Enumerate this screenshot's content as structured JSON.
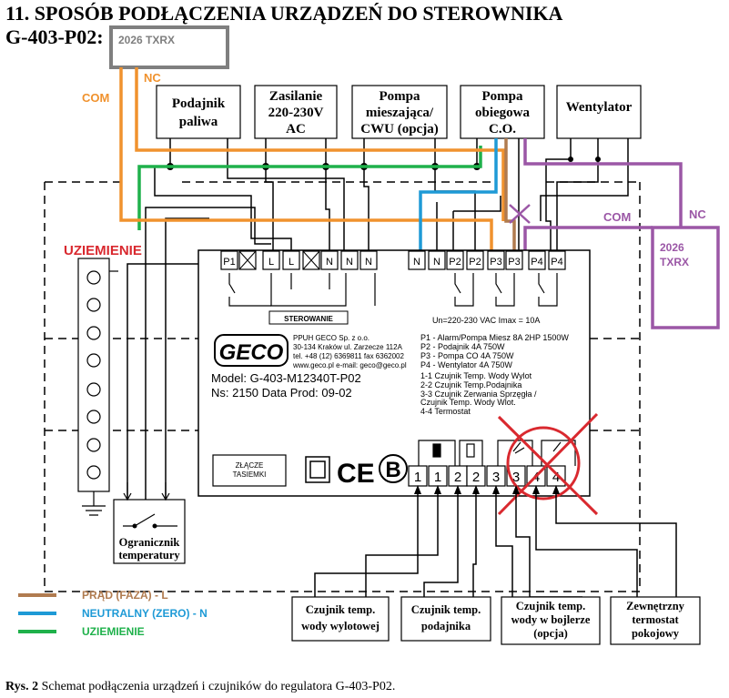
{
  "title": {
    "line1": "11.  SPOSÓB PODŁĄCZENIA URZĄDZEŃ DO STEROWNIKA",
    "line2": "G-403-P02:"
  },
  "receiver_top": {
    "label": "2026 TXRX"
  },
  "receiver_right": {
    "line1": "2026",
    "line2": "TXRX"
  },
  "wire_labels": {
    "com_left": "COM",
    "nc_left": "NC",
    "com_right": "COM",
    "nc_right": "NC"
  },
  "devices": [
    {
      "line1": "Podajnik",
      "line2": "paliwa",
      "line3": ""
    },
    {
      "line1": "Zasilanie",
      "line2": "220-230V",
      "line3": "AC"
    },
    {
      "line1": "Pompa",
      "line2": "mieszająca/",
      "line3": "CWU (opcja)"
    },
    {
      "line1": "Pompa",
      "line2": "obiegowa",
      "line3": "C.O."
    },
    {
      "line1": "Wentylator",
      "line2": "",
      "line3": ""
    }
  ],
  "ground": {
    "label": "UZIEMIENIE"
  },
  "top_terminals": [
    "P1",
    "L",
    "L",
    "N",
    "N",
    "N",
    "N",
    "N",
    "P2",
    "P2",
    "P3",
    "P3",
    "P4",
    "P4"
  ],
  "controller": {
    "sterowanie": "STEROWANIE",
    "rating": "Un=220-230 VAC  Imax = 10A",
    "logo": "GECO",
    "company_lines": [
      "PPUH GECO Sp. z o.o.",
      "30-134 Kraków ul. Zarzecze 112A",
      "tel. +48 (12) 6369811 fax 6362002",
      "www.geco.pl e-mail: geco@geco.pl"
    ],
    "model": "Model:  G-403-M12340T-P02",
    "serial": "Ns: 2150    Data Prod:  09-02",
    "outputs": [
      "P1 - Alarm/Pompa Miesz    8A 2HP 1500W",
      "P2 - Podajnik           4A        750W",
      "P3 - Pompa CO           4A        750W",
      "P4 - Wentylator         4A        750W"
    ],
    "sensors_info": [
      "1-1   Czujnik Temp. Wody Wylot",
      "2-2   Czujnik Temp.Podajnika",
      "3-3   Czujnik Zerwania Sprzęgła /",
      "        Czujnik Temp. Wody Wlot.",
      "4-4   Termostat"
    ],
    "tape_connector_line1": "ZŁĄCZE",
    "tape_connector_line2": "TASIEMKI",
    "ce_mark": "CE",
    "b_mark": "B"
  },
  "bottom_terminals": [
    "1",
    "1",
    "2",
    "2",
    "3",
    "3",
    "4",
    "4"
  ],
  "limiter": {
    "line1": "Ogranicznik",
    "line2": "temperatury"
  },
  "sensors": [
    {
      "line1": "Czujnik temp.",
      "line2": "wody wylotowej",
      "line3": ""
    },
    {
      "line1": "Czujnik temp.",
      "line2": "podajnika",
      "line3": ""
    },
    {
      "line1": "Czujnik temp.",
      "line2": "wody w bojlerze",
      "line3": "(opcja)"
    },
    {
      "line1": "Zewnętrzny",
      "line2": "termostat",
      "line3": "pokojowy"
    }
  ],
  "legend": [
    {
      "label": "PRĄD (FAZA) - L",
      "color": "#b07b4f"
    },
    {
      "label": "NEUTRALNY (ZERO) - N",
      "color": "#1e9ad6"
    },
    {
      "label": "UZIEMIENIE",
      "color": "#1fb14b"
    }
  ],
  "caption": {
    "bold": "Rys. 2",
    "text": " Schemat podłączenia urządzeń i czujników do regulatora G-403-P02."
  },
  "colors": {
    "orange": "#f0922e",
    "purple": "#9b57a6",
    "blue": "#1e9ad6",
    "green": "#1fb14b",
    "brown": "#b07b4f",
    "red": "#d9292f",
    "gray": "#7f7f7f"
  }
}
